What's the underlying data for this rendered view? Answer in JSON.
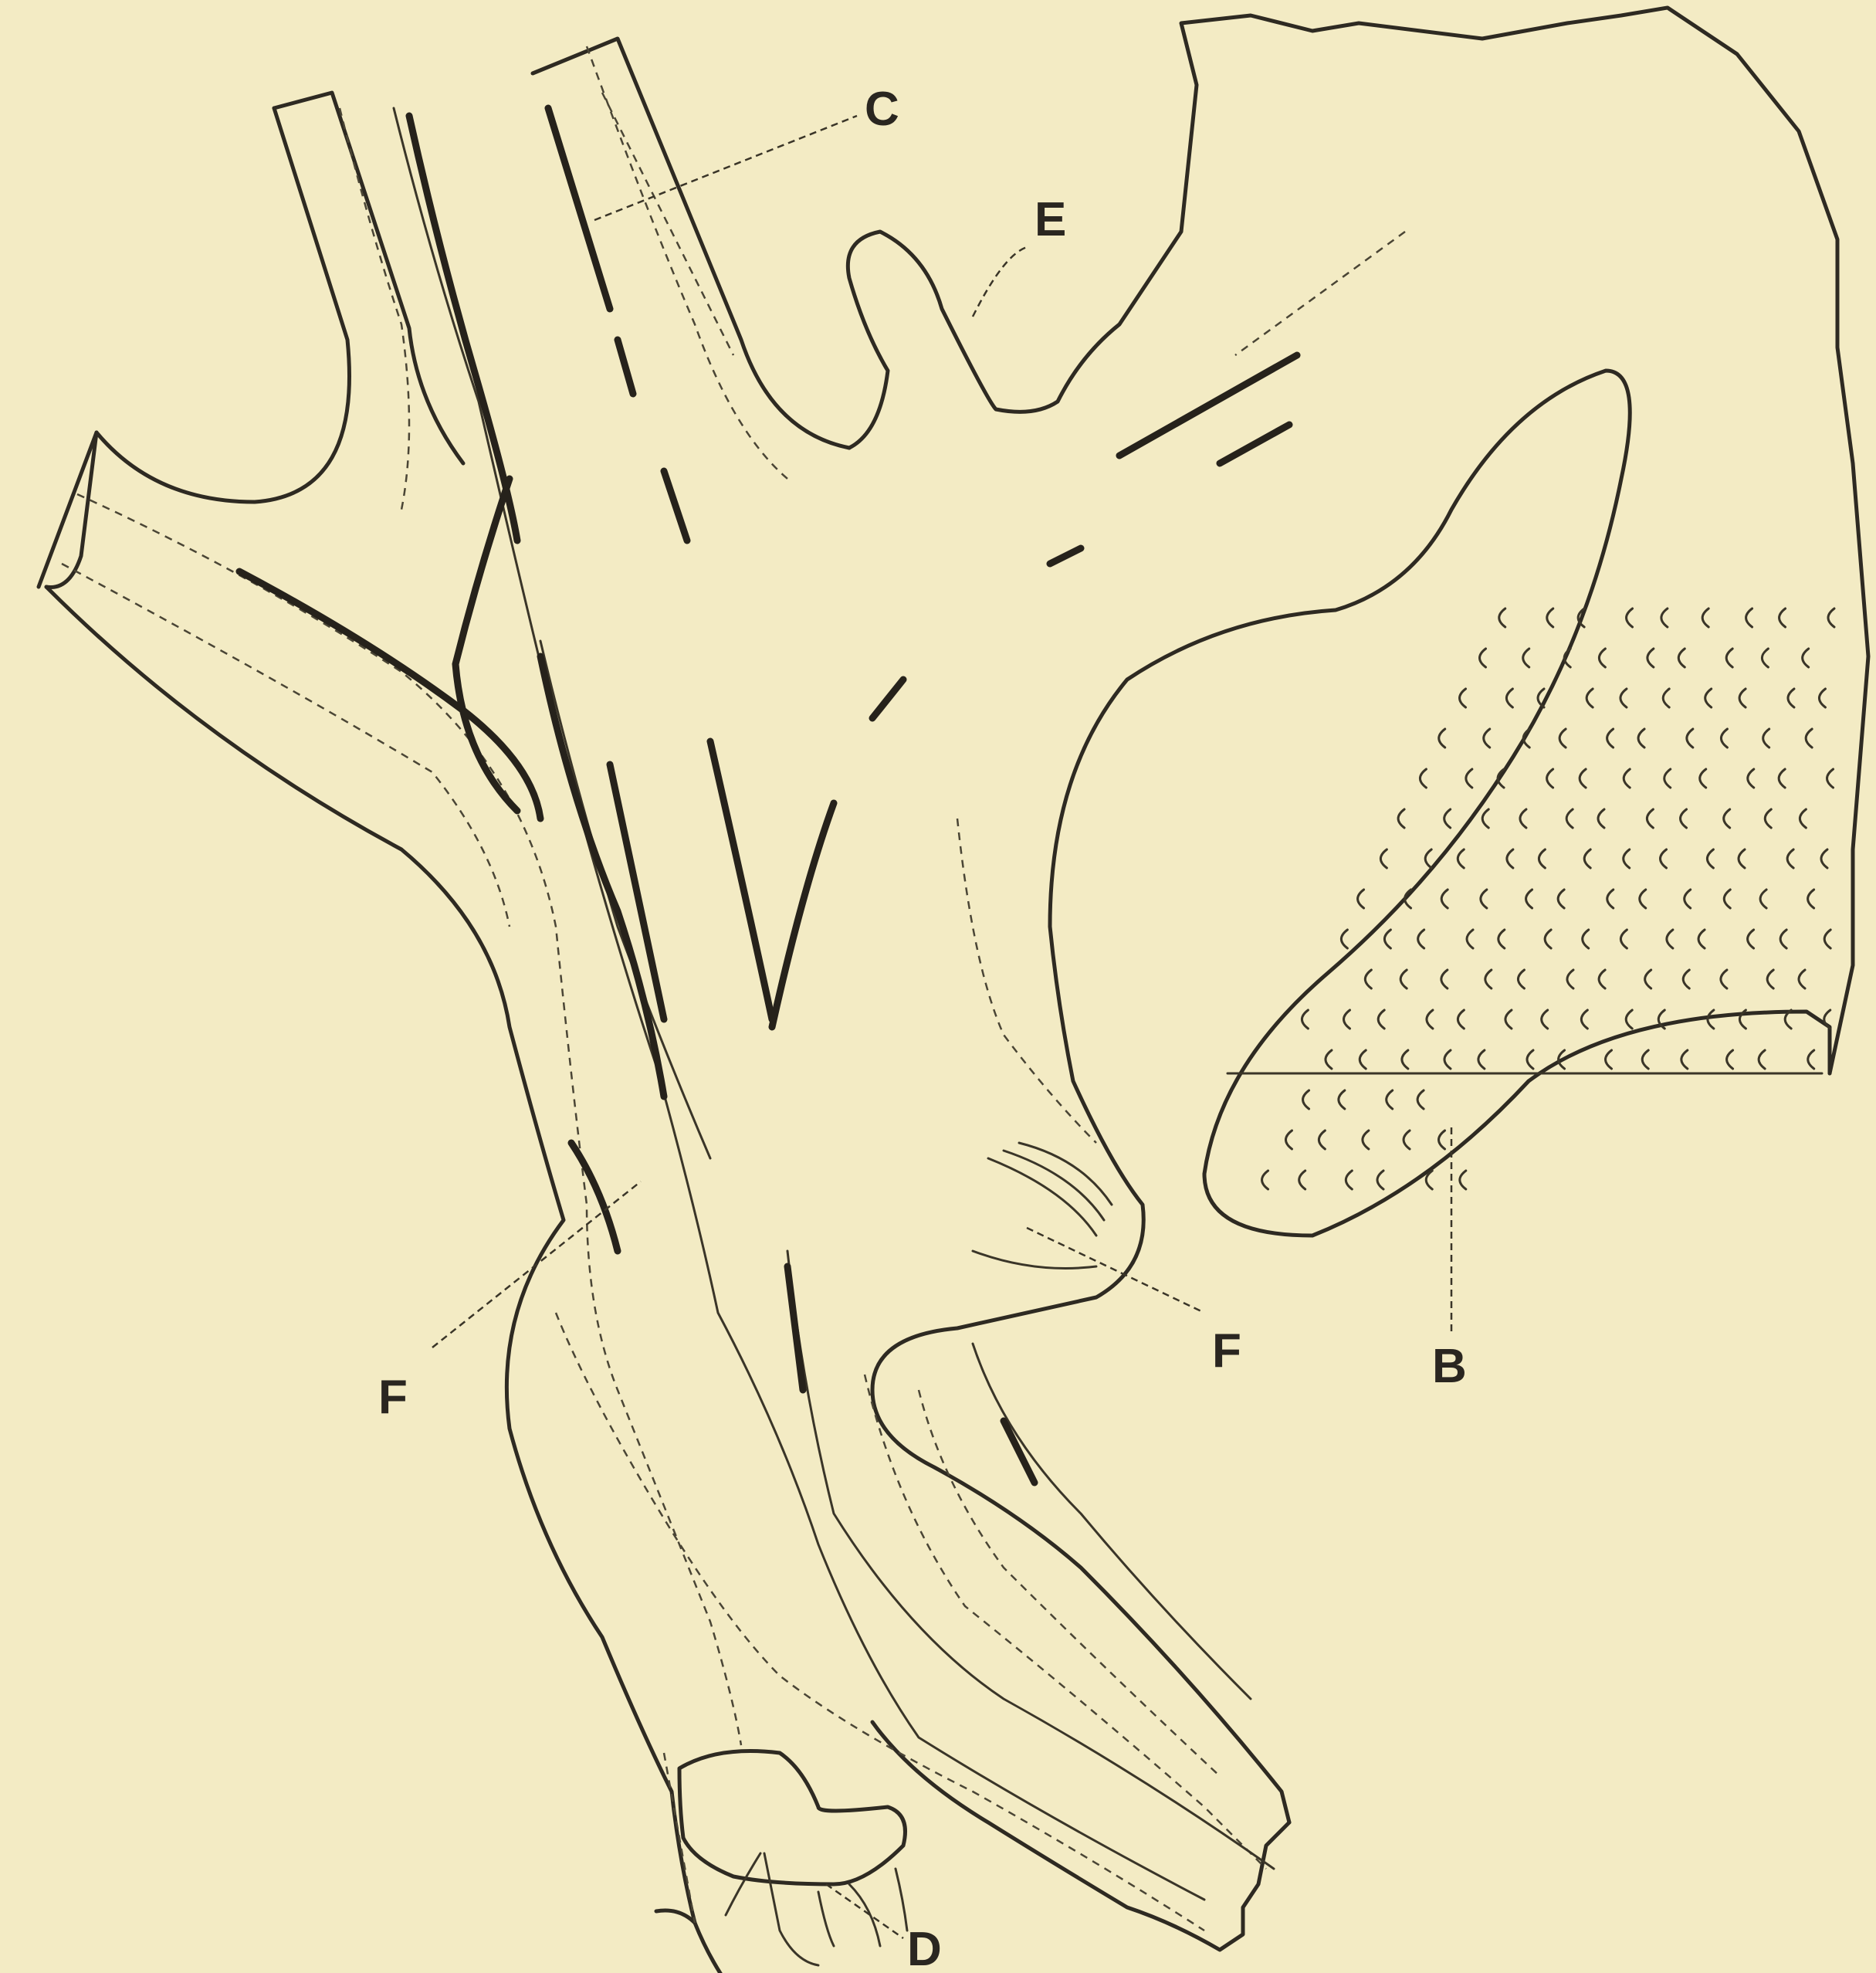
{
  "labels": {
    "c": "C",
    "e": "E",
    "f_left": "F",
    "f_right": "F",
    "b": "B",
    "d": "D"
  }
}
